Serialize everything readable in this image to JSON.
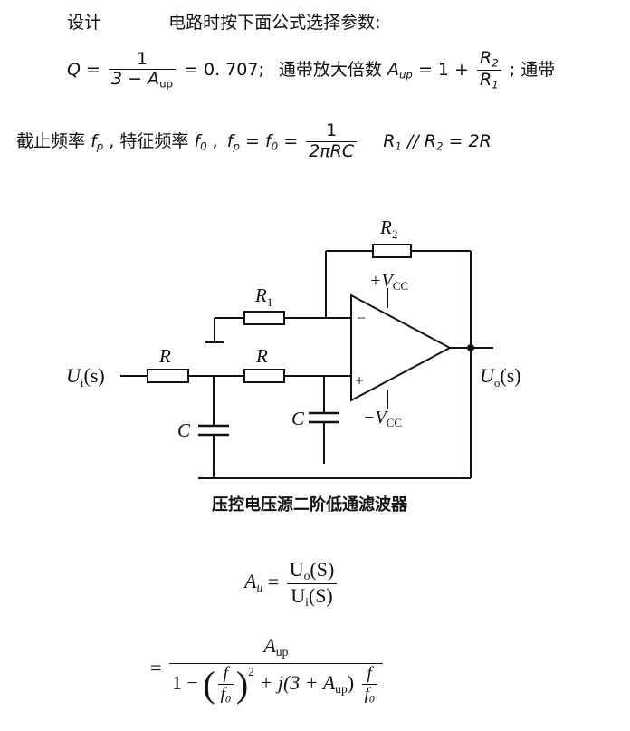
{
  "intro": {
    "label_design": "设计",
    "instruction": "电路时按下面公式选择参数:",
    "q_lhs": "Q =",
    "q_num": "1",
    "q_den": "3 − A",
    "q_den_sub": "up",
    "q_value": "= 0. 707;",
    "gain_text": "通带放大倍数",
    "aup": "A",
    "aup_sub": "up",
    "gain_eq": "= 1 +",
    "r2": "R",
    "r2_sub": "2",
    "r1": "R",
    "r1_sub": "1",
    "tail1": "; 通带",
    "cutoff_text": "截止频率",
    "fp": "f",
    "fp_sub": "p",
    "char_text": ", 特征频率",
    "f0": "f",
    "f0_sub": "0",
    "comma": ",",
    "fp_eq": "f",
    "fp_eq_sub": "p",
    "eq_f0": "= f",
    "eq_f0_sub": "0",
    "eq_sign": "=",
    "f_num": "1",
    "f_den": "2πRC",
    "parallel": "R",
    "parallel_sub1": "1",
    "parallel_sep": " // R",
    "parallel_sub2": "2",
    "parallel_val": " = 2R"
  },
  "circuit": {
    "R2": "R",
    "R2_sub": "2",
    "R1": "R",
    "R1_sub": "1",
    "R_in": "R",
    "R_mid": "R",
    "C_left": "C",
    "C_right": "C",
    "vcc_pos": "+V",
    "vcc_neg": "−V",
    "vcc_sub": "CC",
    "minus": "−",
    "plus": "+",
    "ui": "U",
    "ui_sub": "i",
    "ui_arg": "(s)",
    "uo": "U",
    "uo_sub": "o",
    "uo_arg": "(s)",
    "caption": "压控电压源二阶低通滤波器"
  },
  "transfer": {
    "au": "A",
    "au_sub": "u",
    "eq": "=",
    "num": "U",
    "num_sub": "o",
    "num_arg": "(S)",
    "den": "U",
    "den_sub": "i",
    "den_arg": "(S)",
    "eq2": "=",
    "top": "A",
    "top_sub": "up",
    "bottom_a": "1 −",
    "f": "f",
    "f0": "f",
    "f0_sub": "0",
    "sq": "2",
    "bottom_b": "+ j(3 + A",
    "bottom_b_sub": "up",
    "bottom_c": ")"
  }
}
